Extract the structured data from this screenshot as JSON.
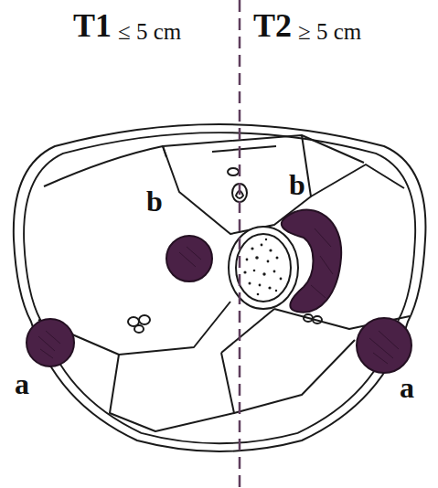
{
  "diagram": {
    "labels": [
      "T1",
      "≤ 5 cm",
      "T2",
      "≥ 5 cm",
      "b",
      "b",
      "a",
      "a"
    ]
  }
}
